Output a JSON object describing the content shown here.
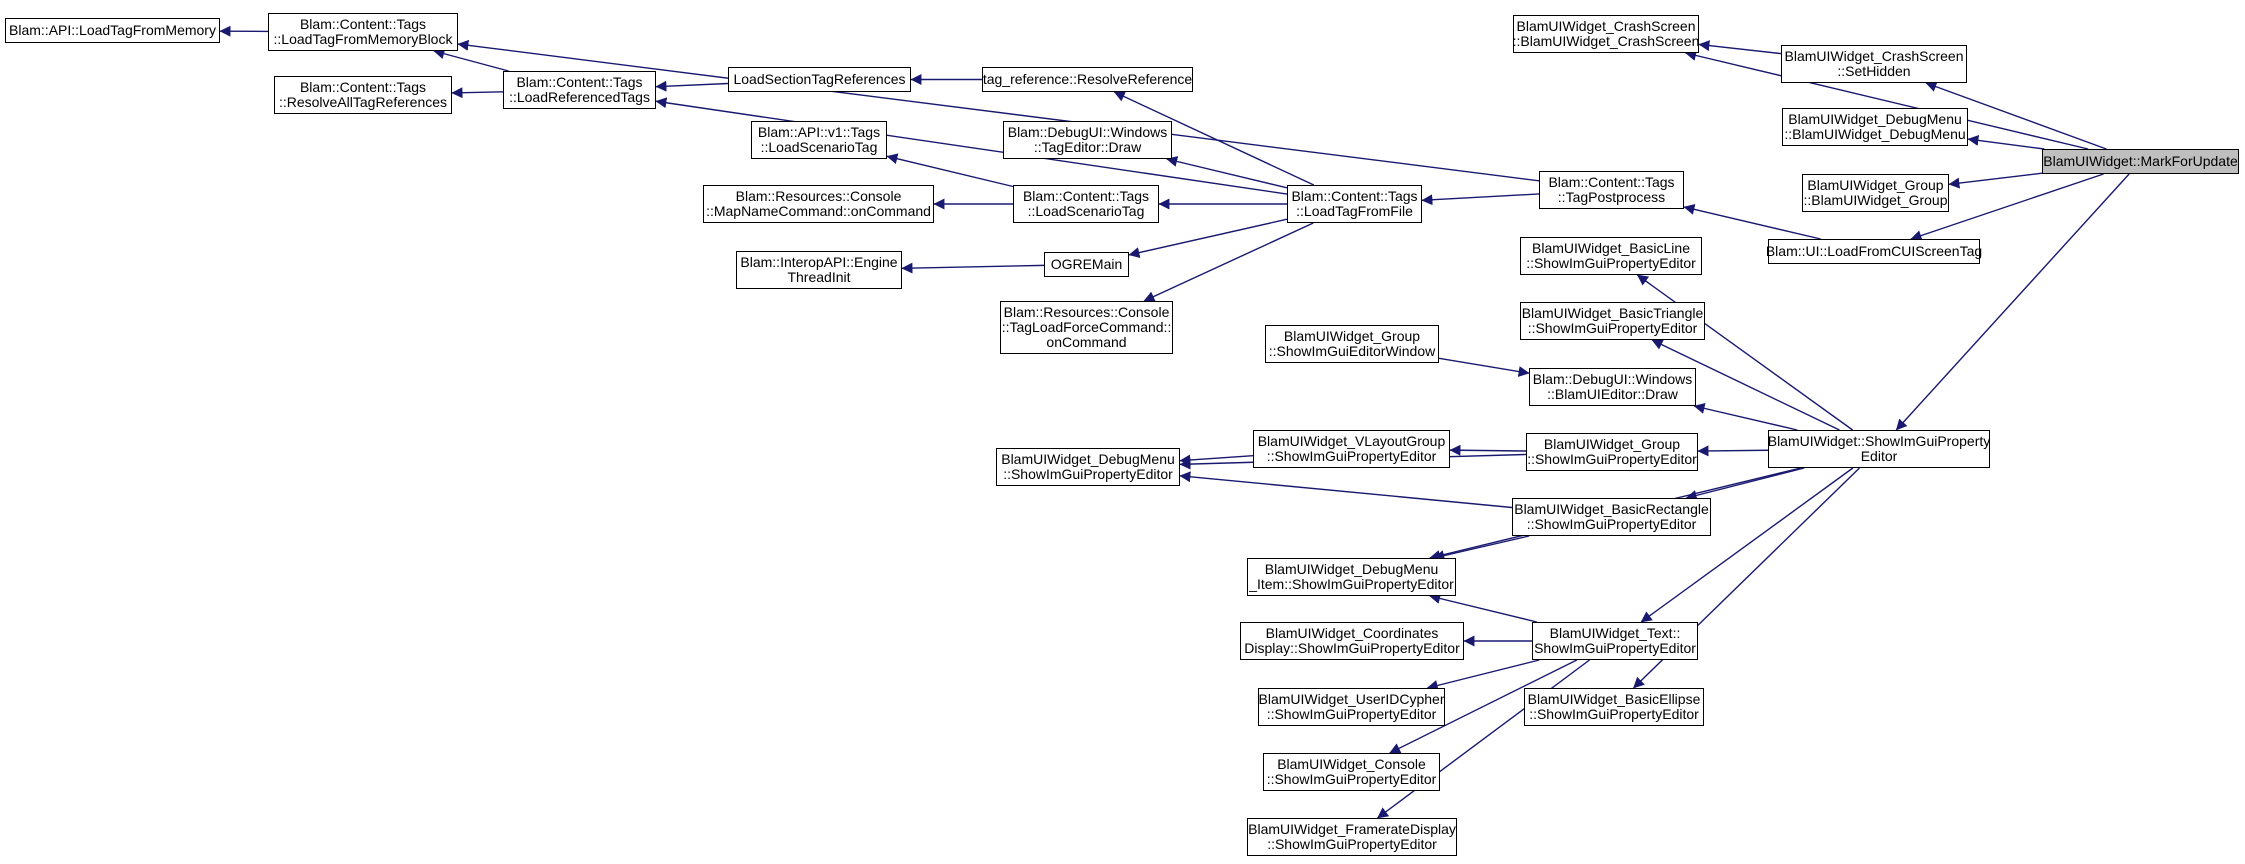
{
  "colors": {
    "edge": "#191970",
    "node_border": "#000000",
    "highlight": "#bfbfbf"
  },
  "nodes": {
    "n1": [
      "Blam::API::LoadTagFromMemory"
    ],
    "n2": [
      "Blam::Content::Tags",
      "::LoadTagFromMemoryBlock"
    ],
    "n3": [
      "Blam::Content::Tags",
      "::ResolveAllTagReferences"
    ],
    "n4": [
      "Blam::Content::Tags",
      "::LoadReferencedTags"
    ],
    "n5": [
      "LoadSectionTagReferences"
    ],
    "n6": [
      "tag_reference::ResolveReference"
    ],
    "n7": [
      "Blam::API::v1::Tags",
      "::LoadScenarioTag"
    ],
    "n8": [
      "Blam::DebugUI::Windows",
      "::TagEditor::Draw"
    ],
    "n9": [
      "Blam::Resources::Console",
      "::MapNameCommand::onCommand"
    ],
    "n10": [
      "Blam::Content::Tags",
      "::LoadScenarioTag"
    ],
    "n11": [
      "Blam::InteropAPI::Engine",
      "ThreadInit"
    ],
    "n12": [
      "OGREMain"
    ],
    "n13": [
      "Blam::Resources::Console",
      "::TagLoadForceCommand::",
      "onCommand"
    ],
    "n14": [
      "Blam::Content::Tags",
      "::LoadTagFromFile"
    ],
    "n15": [
      "Blam::Content::Tags",
      "::TagPostprocess"
    ],
    "n16": [
      "BlamUIWidget_CrashScreen",
      "::BlamUIWidget_CrashScreen"
    ],
    "n17": [
      "BlamUIWidget_CrashScreen",
      "::SetHidden"
    ],
    "n18": [
      "BlamUIWidget_DebugMenu",
      "::BlamUIWidget_DebugMenu"
    ],
    "n19": [
      "BlamUIWidget_Group",
      "::BlamUIWidget_Group"
    ],
    "n20": [
      "Blam::UI::LoadFromCUIScreenTag"
    ],
    "n21": [
      "BlamUIWidget::MarkForUpdate"
    ],
    "n22": [
      "BlamUIWidget_BasicLine",
      "::ShowImGuiPropertyEditor"
    ],
    "n23": [
      "BlamUIWidget_BasicTriangle",
      "::ShowImGuiPropertyEditor"
    ],
    "n24": [
      "BlamUIWidget_Group",
      "::ShowImGuiEditorWindow"
    ],
    "n25": [
      "Blam::DebugUI::Windows",
      "::BlamUIEditor::Draw"
    ],
    "n26": [
      "BlamUIWidget_VLayoutGroup",
      "::ShowImGuiPropertyEditor"
    ],
    "n27": [
      "BlamUIWidget_Group",
      "::ShowImGuiPropertyEditor"
    ],
    "n28": [
      "BlamUIWidget::ShowImGuiProperty",
      "Editor"
    ],
    "n29": [
      "BlamUIWidget_DebugMenu",
      "::ShowImGuiPropertyEditor"
    ],
    "n30": [
      "BlamUIWidget_BasicRectangle",
      "::ShowImGuiPropertyEditor"
    ],
    "n31": [
      "BlamUIWidget_DebugMenu",
      "_Item::ShowImGuiPropertyEditor"
    ],
    "n32": [
      "BlamUIWidget_Coordinates",
      "Display::ShowImGuiPropertyEditor"
    ],
    "n33": [
      "BlamUIWidget_Text::",
      "ShowImGuiPropertyEditor"
    ],
    "n34": [
      "BlamUIWidget_UserIDCypher",
      "::ShowImGuiPropertyEditor"
    ],
    "n35": [
      "BlamUIWidget_BasicEllipse",
      "::ShowImGuiPropertyEditor"
    ],
    "n36": [
      "BlamUIWidget_Console",
      "::ShowImGuiPropertyEditor"
    ],
    "n37": [
      "BlamUIWidget_FramerateDisplay",
      "::ShowImGuiPropertyEditor"
    ]
  },
  "highlighted": "n21",
  "edges": [
    [
      "n2",
      "n1"
    ],
    [
      "n4",
      "n2"
    ],
    [
      "n4",
      "n3"
    ],
    [
      "n5",
      "n4"
    ],
    [
      "n6",
      "n5"
    ],
    [
      "n14",
      "n6"
    ],
    [
      "n14",
      "n8"
    ],
    [
      "n10",
      "n7"
    ],
    [
      "n10",
      "n9"
    ],
    [
      "n14",
      "n10"
    ],
    [
      "n12",
      "n11"
    ],
    [
      "n14",
      "n12"
    ],
    [
      "n14",
      "n13"
    ],
    [
      "n15",
      "n14"
    ],
    [
      "n15",
      "n2"
    ],
    [
      "n14",
      "n4"
    ],
    [
      "n20",
      "n15"
    ],
    [
      "n17",
      "n16"
    ],
    [
      "n21",
      "n16"
    ],
    [
      "n21",
      "n17"
    ],
    [
      "n21",
      "n18"
    ],
    [
      "n21",
      "n19"
    ],
    [
      "n21",
      "n20"
    ],
    [
      "n21",
      "n28"
    ],
    [
      "n28",
      "n22"
    ],
    [
      "n28",
      "n23"
    ],
    [
      "n28",
      "n25"
    ],
    [
      "n28",
      "n27"
    ],
    [
      "n28",
      "n30"
    ],
    [
      "n28",
      "n31"
    ],
    [
      "n28",
      "n33"
    ],
    [
      "n28",
      "n35"
    ],
    [
      "n24",
      "n25"
    ],
    [
      "n27",
      "n26"
    ],
    [
      "n27",
      "n29"
    ],
    [
      "n26",
      "n29"
    ],
    [
      "n30",
      "n29"
    ],
    [
      "n30",
      "n31"
    ],
    [
      "n33",
      "n31"
    ],
    [
      "n33",
      "n32"
    ],
    [
      "n33",
      "n34"
    ],
    [
      "n33",
      "n36"
    ],
    [
      "n33",
      "n37"
    ]
  ]
}
